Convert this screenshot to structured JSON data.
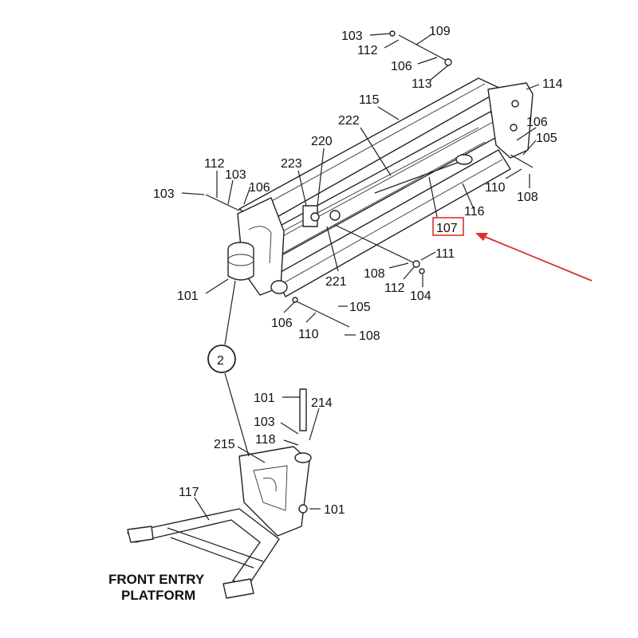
{
  "labels": {
    "l103a": "103",
    "l109": "109",
    "l112a": "112",
    "l106a": "106",
    "l113": "113",
    "l114": "114",
    "l115": "115",
    "l222": "222",
    "l106b": "106",
    "l105a": "105",
    "l220": "220",
    "l223": "223",
    "l112b": "112",
    "l103b": "103",
    "l106c": "106",
    "l103c": "103",
    "l110a": "110",
    "l108a": "108",
    "l116": "116",
    "l107": "107",
    "l111": "111",
    "l108b": "108",
    "l112c": "112",
    "l104": "104",
    "l101a": "101",
    "l221": "221",
    "l105b": "105",
    "l106d": "106",
    "l110b": "110",
    "l108c": "108",
    "l2": "2",
    "l101b": "101",
    "l214": "214",
    "l103d": "103",
    "l118": "118",
    "l215": "215",
    "l101c": "101",
    "l117": "117"
  },
  "caption": {
    "line1": "FRONT ENTRY",
    "line2": "PLATFORM"
  },
  "highlight": {
    "box_color": "#d9332b",
    "arrow_color": "#d9332b"
  }
}
